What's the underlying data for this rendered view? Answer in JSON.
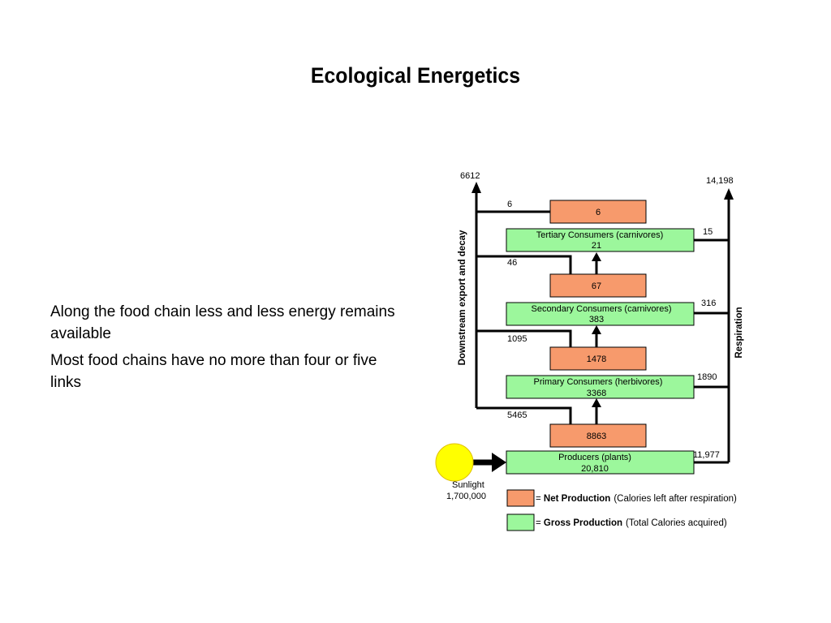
{
  "slide": {
    "title": "Ecological Energetics",
    "bullets": [
      "Along the food chain less and less energy remains available",
      "Most food chains have no more than four or five links"
    ]
  },
  "diagram": {
    "colors": {
      "net": "#f79a6c",
      "gross": "#9cf79c",
      "sun": "#ffff00"
    },
    "levels": [
      {
        "gross_name": "Producers (plants)",
        "gross_value": "20,810",
        "net_value": "8863",
        "export": "5465",
        "respiration": "11,977"
      },
      {
        "gross_name": "Primary Consumers (herbivores)",
        "gross_value": "3368",
        "net_value": "1478",
        "export": "1095",
        "respiration": "1890"
      },
      {
        "gross_name": "Secondary Consumers (carnivores)",
        "gross_value": "383",
        "net_value": "67",
        "export": "46",
        "respiration": "316"
      },
      {
        "gross_name": "Tertiary Consumers (carnivores)",
        "gross_value": "21",
        "net_value": "6",
        "export": "6",
        "respiration": "15"
      }
    ],
    "export_total": "6612",
    "respiration_total": "14,198",
    "export_axis_label": "Downstream export and decay",
    "respiration_axis_label": "Respiration",
    "sunlight_label": "Sunlight",
    "sunlight_value": "1,700,000",
    "legend": {
      "net_bold": "Net Production",
      "net_desc": "(Calories left after respiration)",
      "gross_bold": "Gross Production",
      "gross_desc": "(Total Calories acquired)",
      "prefix": "= "
    }
  }
}
